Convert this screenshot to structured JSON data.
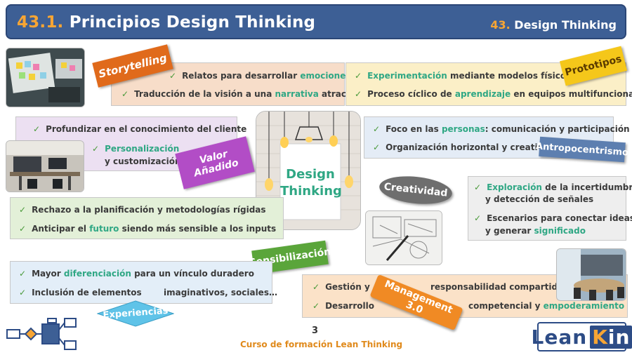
{
  "header": {
    "num": "43.1.",
    "title": "Principios Design Thinking",
    "right_num": "43.",
    "right_title": "Design Thinking"
  },
  "center": {
    "line1": "Design",
    "line2": "Thinking"
  },
  "tags": {
    "storytelling": "Storytelling",
    "prototipos": "Prototipos",
    "valor": "Valor Añadido",
    "antropo": "Antropocentrismo",
    "creatividad": "Creatividad",
    "sensibilizacion": "Sensibilización",
    "experiencias": "Experiencias",
    "management": "Management 3.0"
  },
  "storytelling": {
    "item1": {
      "a": "Relatos para desarrollar ",
      "b": "emociones"
    },
    "item2": {
      "a": "Traducción de la visión a una ",
      "b": "narrativa",
      "c": " atractiva"
    }
  },
  "prototipos": {
    "item1": {
      "a": "Experimentación",
      "b": " mediante modelos físicos"
    },
    "item2": {
      "a": "Proceso cíclico de ",
      "b": "aprendizaje",
      "c": " en equipos multifuncionales"
    }
  },
  "valor": {
    "item1": "Profundizar en el conocimiento del cliente",
    "item2": {
      "a": "Personalización",
      "b": "y customización"
    }
  },
  "antropo": {
    "item1": {
      "a": "Foco en las ",
      "b": "personas",
      "c": ": comunicación y participación"
    },
    "item2": "Organización horizontal y creativa"
  },
  "sensibilizacion": {
    "item1": "Rechazo a la planificación y metodologías rígidas",
    "item2": {
      "a": "Anticipar el ",
      "b": "futuro",
      "c": " siendo más sensible a los inputs"
    }
  },
  "creatividad": {
    "item1": {
      "a": "Exploración",
      "b": " de la incertidumbre",
      "c": "y detección de señales"
    },
    "item2": {
      "a": "Escenarios para conectar ideas",
      "b": "y generar ",
      "c": "significado"
    }
  },
  "experiencias": {
    "item1": {
      "a": "Mayor ",
      "b": "diferenciación",
      "c": " para un vínculo duradero"
    },
    "item2": {
      "a": "Inclusión de elementos",
      "b": "imaginativos, sociales…"
    }
  },
  "management": {
    "item1": {
      "a": "Gestión y",
      "b": "responsabilidad compartida"
    },
    "item2": {
      "a": "Desarrollo",
      "b": "competencial y ",
      "c": "empoderamiento"
    }
  },
  "footer": {
    "page": "3",
    "course": "Curso de formación Lean Thinking",
    "logo_a": "Lean",
    "logo_k": "K",
    "logo_b": "in"
  },
  "colors": {
    "header": "#3d5f95",
    "accent_orange": "#f7a534",
    "highlight": "#2fa784",
    "check": "#4a9a3a"
  }
}
